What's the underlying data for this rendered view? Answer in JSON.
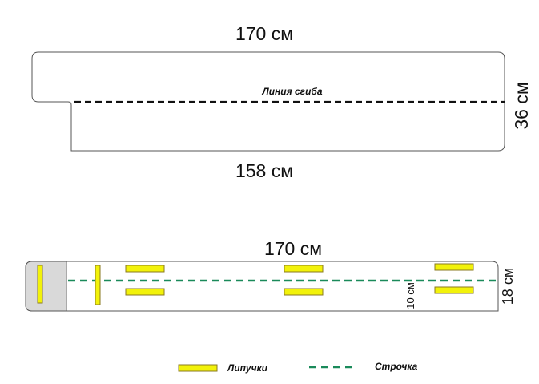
{
  "top_pattern": {
    "width_top": "170 см",
    "width_bottom": "158 см",
    "height": "36 см",
    "fold_line_label": "Линия сгиба"
  },
  "bottom_pattern": {
    "width": "170 см",
    "height": "18 см",
    "inner_height": "10 см"
  },
  "legend": {
    "velcro_label": "Липучки",
    "stitch_label": "Строчка"
  },
  "colors": {
    "velcro": "#f2f20a",
    "stitch": "#1a8a5a",
    "tab": "#d9d9d9"
  }
}
